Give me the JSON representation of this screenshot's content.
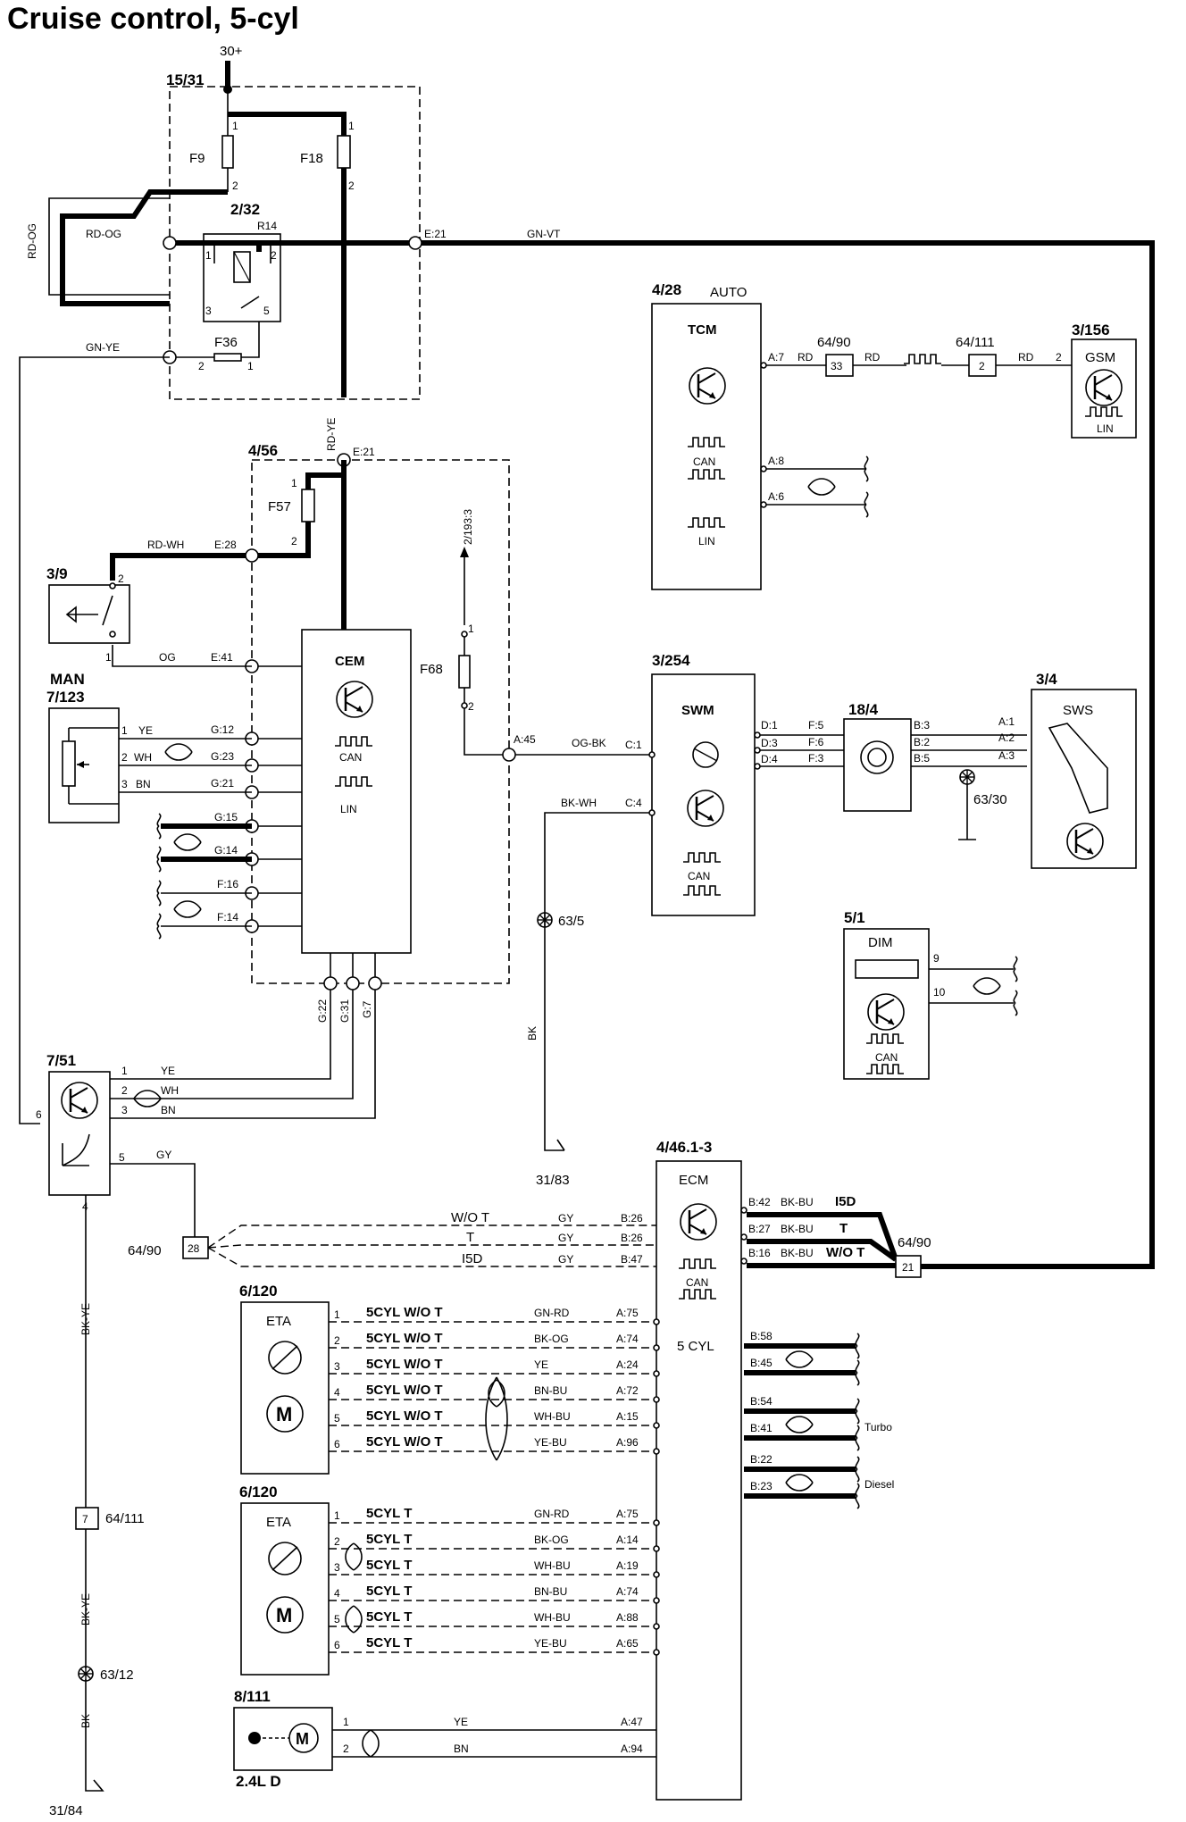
{
  "title": "Cruise control, 5-cyl",
  "power": {
    "supply": "30+",
    "ground_main": "31/83",
    "ground_bottom": "31/84"
  },
  "fusebox_15_31": {
    "id": "15/31",
    "fuses": [
      "F9",
      "F18",
      "F36"
    ],
    "relay_id": "2/32",
    "relay": "R14",
    "pins": [
      "1",
      "2",
      "1",
      "2",
      "1",
      "2",
      "3",
      "5",
      "2",
      "1"
    ]
  },
  "wires_top": {
    "rd_og_v": "RD-OG",
    "rd_og": "RD-OG",
    "gn_vt": "GN-VT",
    "gn_ye": "GN-YE",
    "rd_ye": "RD-YE",
    "rd_wh": "RD-WH",
    "og": "OG",
    "og_bk": "OG-BK",
    "bk_wh": "BK-WH",
    "bk": "BK",
    "gy": "GY"
  },
  "cem": {
    "id": "4/56",
    "name": "CEM",
    "fuse": "F57",
    "fuse_pins": [
      "1",
      "2"
    ],
    "can": "CAN",
    "lin": "LIN",
    "pins": [
      "E:21",
      "E:21",
      "E:28",
      "E:41",
      "G:12",
      "G:23",
      "G:21",
      "G:15",
      "G:14",
      "F:16",
      "F:14",
      "G:22",
      "G:31",
      "G:7"
    ]
  },
  "ref_193": "2/193:3",
  "f68": {
    "name": "F68",
    "pins": [
      "1",
      "2"
    ],
    "a45": "A:45"
  },
  "brake_switch": {
    "id": "3/9",
    "pins": [
      "2",
      "1"
    ]
  },
  "man": {
    "label": "MAN",
    "id": "7/123",
    "pins": [
      "1",
      "2",
      "3"
    ],
    "wires": [
      "YE",
      "WH",
      "BN"
    ]
  },
  "tcm": {
    "id": "4/28",
    "variant": "AUTO",
    "name": "TCM",
    "can": "CAN",
    "lin": "LIN",
    "pins": [
      "A:7",
      "A:8",
      "A:6"
    ],
    "wire_rd": "RD",
    "conn1": "64/90",
    "conn1_pin": "33",
    "conn2": "64/111",
    "conn2_pin": "2",
    "gsm_pin": "2"
  },
  "gsm": {
    "id": "3/156",
    "name": "GSM",
    "lin": "LIN"
  },
  "swm": {
    "id": "3/254",
    "name": "SWM",
    "can": "CAN",
    "pins": [
      "C:1",
      "C:4",
      "D:1",
      "D:3",
      "D:4"
    ]
  },
  "clockspring": {
    "id": "18/4",
    "pins": [
      "F:5",
      "F:6",
      "F:3",
      "B:3",
      "B:2",
      "B:5"
    ],
    "ground": "63/30"
  },
  "sws": {
    "id": "3/4",
    "name": "SWS",
    "pins": [
      "A:1",
      "A:2",
      "A:3"
    ]
  },
  "dim": {
    "id": "5/1",
    "name": "DIM",
    "can": "CAN",
    "pins": [
      "9",
      "10"
    ]
  },
  "splice_63_5": "63/5",
  "pedal": {
    "id": "7/51",
    "pins": [
      "1",
      "2",
      "3",
      "6",
      "5",
      "4"
    ],
    "wires": [
      "YE",
      "WH",
      "BN"
    ]
  },
  "conn_64_90_left": {
    "label": "64/90",
    "pin": "28"
  },
  "ecm": {
    "id": "4/46.1-3",
    "name": "ECM",
    "can": "CAN",
    "cyl": "5 CYL",
    "bus_wires": [
      {
        "note": "W/O T",
        "color": "GY",
        "pin": "B:26"
      },
      {
        "note": "T",
        "color": "GY",
        "pin": "B:26"
      },
      {
        "note": "I5D",
        "color": "GY",
        "pin": "B:47"
      }
    ],
    "right_pins": [
      {
        "pin": "B:42",
        "color": "BK-BU",
        "note": "I5D"
      },
      {
        "pin": "B:27",
        "color": "BK-BU",
        "note": "T"
      },
      {
        "pin": "B:16",
        "color": "BK-BU",
        "note": "W/O T"
      }
    ],
    "conn_right": {
      "label": "64/90",
      "pin": "21"
    },
    "can_pins": [
      "B:58",
      "B:45",
      "B:54",
      "B:41",
      "B:22",
      "B:23"
    ],
    "turbo": "Turbo",
    "diesel": "Diesel"
  },
  "eta_wot": {
    "id": "6/120",
    "name": "ETA",
    "rows": [
      {
        "pin": "1",
        "note": "5CYL W/O T",
        "color": "GN-RD",
        "ecm": "A:75"
      },
      {
        "pin": "2",
        "note": "5CYL W/O T",
        "color": "BK-OG",
        "ecm": "A:74"
      },
      {
        "pin": "3",
        "note": "5CYL W/O T",
        "color": "YE",
        "ecm": "A:24"
      },
      {
        "pin": "4",
        "note": "5CYL W/O T",
        "color": "BN-BU",
        "ecm": "A:72"
      },
      {
        "pin": "5",
        "note": "5CYL W/O T",
        "color": "WH-BU",
        "ecm": "A:15"
      },
      {
        "pin": "6",
        "note": "5CYL W/O T",
        "color": "YE-BU",
        "ecm": "A:96"
      }
    ]
  },
  "eta_t": {
    "id": "6/120",
    "name": "ETA",
    "rows": [
      {
        "pin": "1",
        "note": "5CYL T",
        "color": "GN-RD",
        "ecm": "A:75"
      },
      {
        "pin": "2",
        "note": "5CYL T",
        "color": "BK-OG",
        "ecm": "A:14"
      },
      {
        "pin": "3",
        "note": "5CYL T",
        "color": "WH-BU",
        "ecm": "A:19"
      },
      {
        "pin": "4",
        "note": "5CYL T",
        "color": "BN-BU",
        "ecm": "A:74"
      },
      {
        "pin": "5",
        "note": "5CYL T",
        "color": "WH-BU",
        "ecm": "A:88"
      },
      {
        "pin": "6",
        "note": "5CYL T",
        "color": "YE-BU",
        "ecm": "A:65"
      }
    ]
  },
  "motor_8_111": {
    "id": "8/111",
    "variant": "2.4L D",
    "pins": [
      "1",
      "2"
    ],
    "wires": [
      "YE",
      "BN"
    ],
    "ecm": [
      "A:47",
      "A:94"
    ]
  },
  "bottom_left": {
    "wire1": "BK-YE",
    "conn": "64/111",
    "conn_pin": "7",
    "wire2": "BK-YE",
    "splice": "63/12",
    "wire3": "BK"
  }
}
